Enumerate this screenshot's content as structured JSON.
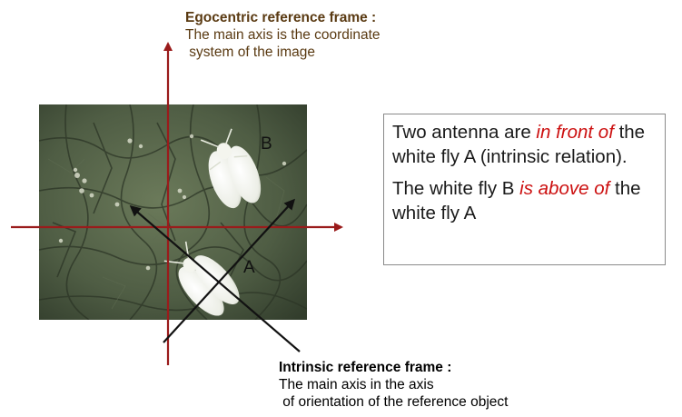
{
  "egocentric": {
    "title": "Egocentric reference frame :",
    "line1": "The main axis is the coordinate",
    "line2": " system of the image"
  },
  "intrinsic": {
    "title": "Intrinsic reference frame :",
    "line1": "The main axis in the axis",
    "line2": " of orientation of the reference object"
  },
  "relations": {
    "p1_a": "Two antenna are ",
    "p1_hl": "in front of",
    "p1_b": " the white fly A (intrinsic relation).",
    "p2_a": "The white fly B ",
    "p2_hl": "is above of",
    "p2_b": " the white fly A"
  },
  "labels": {
    "fly_b": "B",
    "fly_a": "A"
  },
  "colors": {
    "ego_axis": "#9a1b1b",
    "intrinsic_axis": "#111111",
    "highlight": "#cc1010",
    "ego_caption": "#5a3a12"
  }
}
